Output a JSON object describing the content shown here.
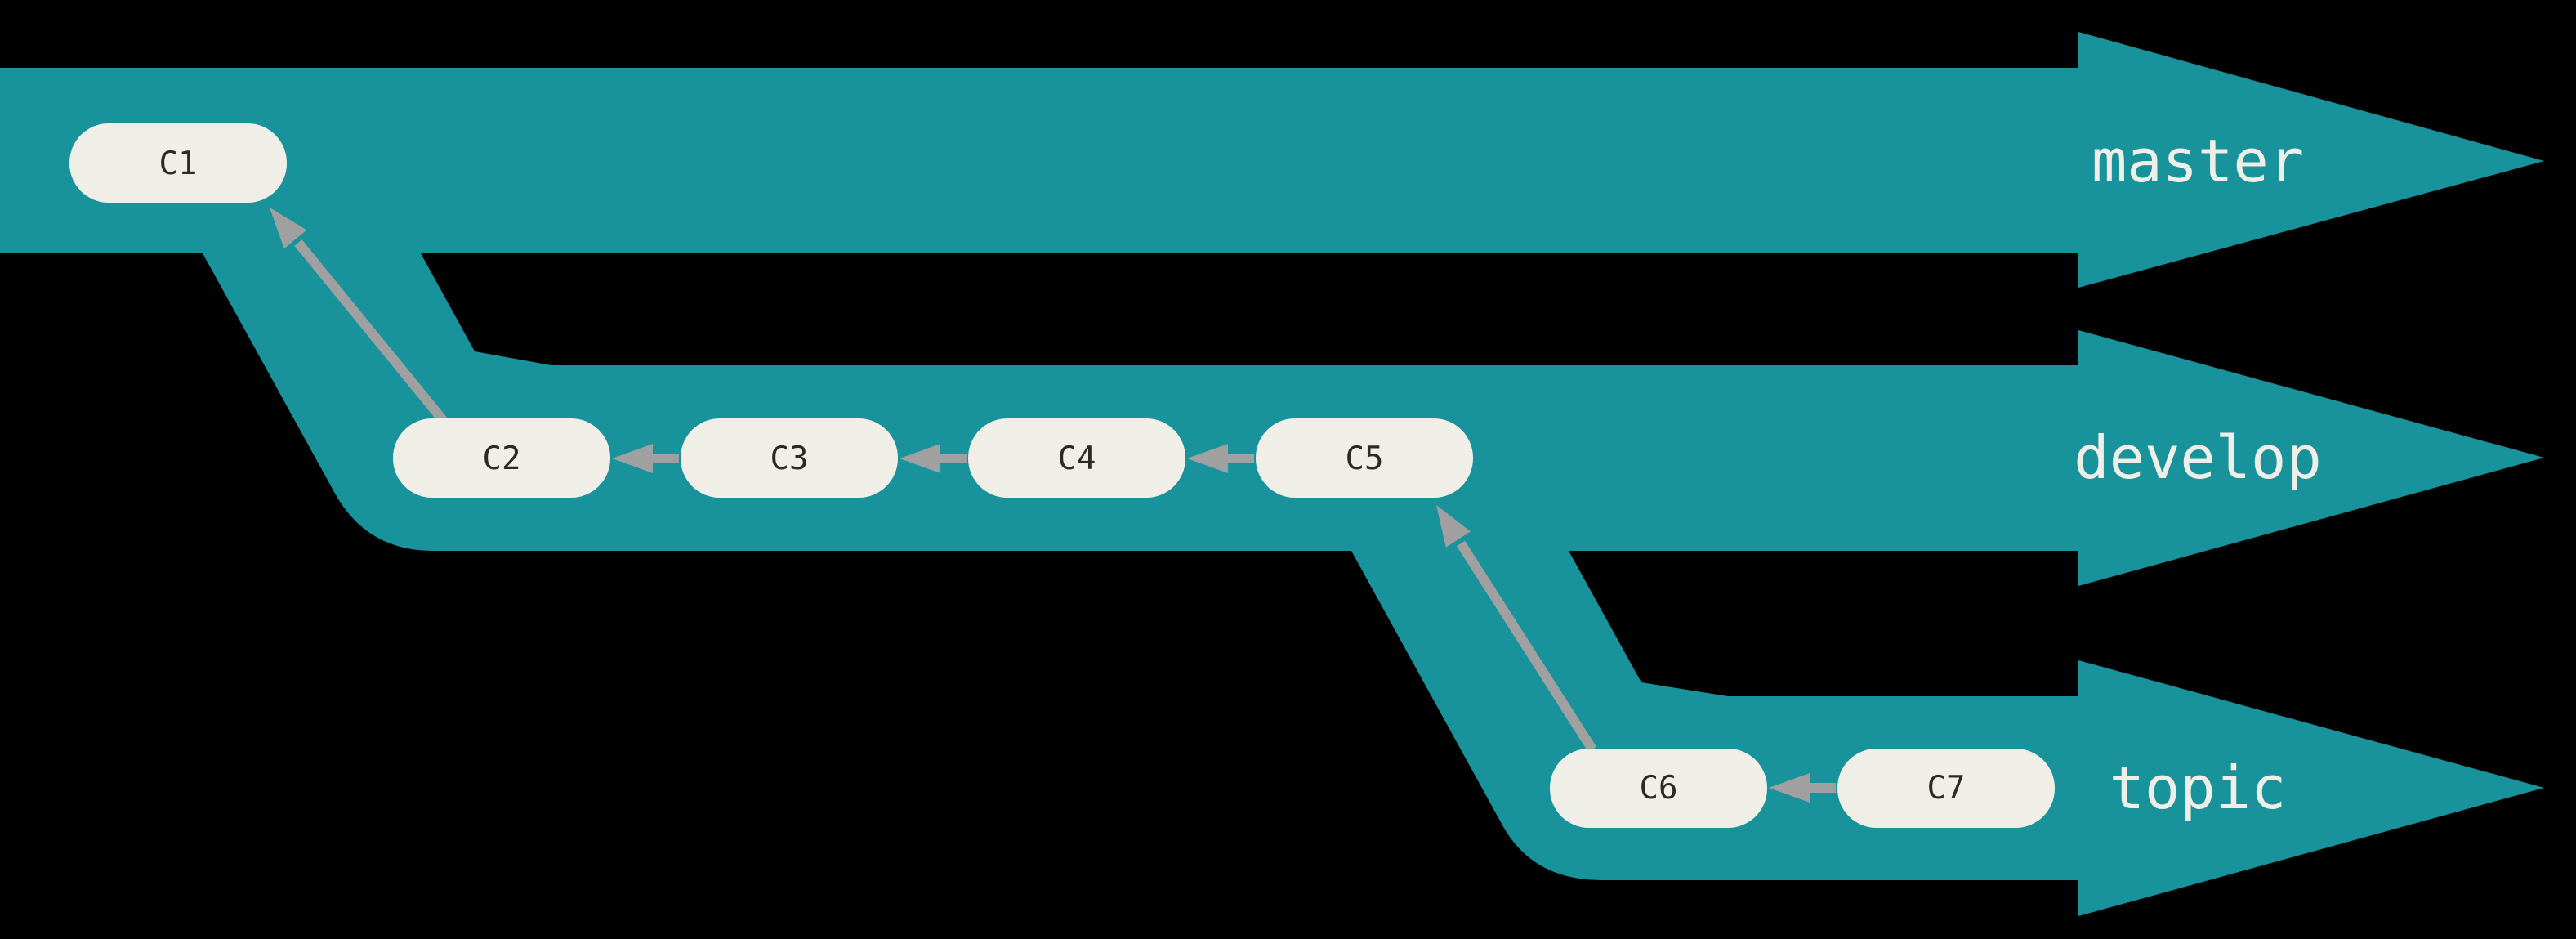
{
  "figure": {
    "type": "git-branching-diagram",
    "description": "Three branch ribbons with commits and parent arrows"
  },
  "colors": {
    "background": "#000000",
    "band": "#18929B",
    "node_fill": "#F0EFE7",
    "node_text": "#2B2B26",
    "arrow": "#A0A0A0",
    "label_text": "#F0EFE7"
  },
  "branches": [
    {
      "id": "master",
      "label": "master"
    },
    {
      "id": "develop",
      "label": "develop"
    },
    {
      "id": "topic",
      "label": "topic"
    }
  ],
  "commits": [
    {
      "id": "C1",
      "label": "C1",
      "branch": "master",
      "parent": null
    },
    {
      "id": "C2",
      "label": "C2",
      "branch": "develop",
      "parent": "C1"
    },
    {
      "id": "C3",
      "label": "C3",
      "branch": "develop",
      "parent": "C2"
    },
    {
      "id": "C4",
      "label": "C4",
      "branch": "develop",
      "parent": "C3"
    },
    {
      "id": "C5",
      "label": "C5",
      "branch": "develop",
      "parent": "C4"
    },
    {
      "id": "C6",
      "label": "C6",
      "branch": "topic",
      "parent": "C5"
    },
    {
      "id": "C7",
      "label": "C7",
      "branch": "topic",
      "parent": "C6"
    }
  ]
}
